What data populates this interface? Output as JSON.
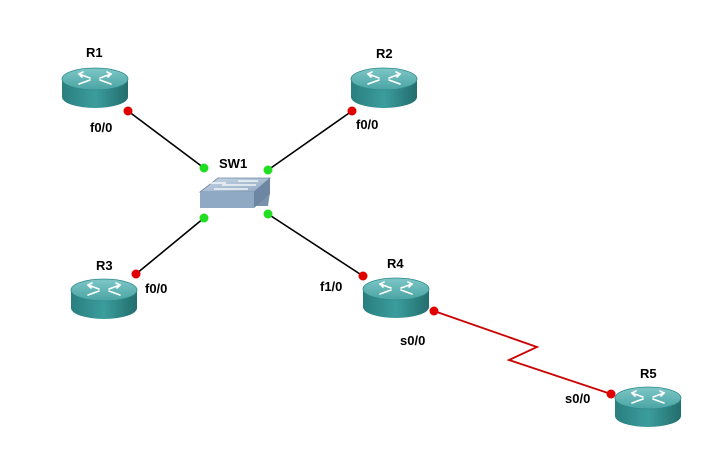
{
  "topology": {
    "devices": [
      {
        "id": "r1",
        "name": "R1",
        "type": "router"
      },
      {
        "id": "r2",
        "name": "R2",
        "type": "router"
      },
      {
        "id": "r3",
        "name": "R3",
        "type": "router"
      },
      {
        "id": "r4",
        "name": "R4",
        "type": "router"
      },
      {
        "id": "r5",
        "name": "R5",
        "type": "router"
      },
      {
        "id": "sw1",
        "name": "SW1",
        "type": "switch"
      }
    ],
    "links": [
      {
        "id": "r1-sw1",
        "from": "r1",
        "to": "sw1",
        "medium": "ethernet",
        "from_if": "f0/0",
        "to_if": ""
      },
      {
        "id": "r2-sw1",
        "from": "r2",
        "to": "sw1",
        "medium": "ethernet",
        "from_if": "f0/0",
        "to_if": ""
      },
      {
        "id": "r3-sw1",
        "from": "r3",
        "to": "sw1",
        "medium": "ethernet",
        "from_if": "f0/0",
        "to_if": ""
      },
      {
        "id": "r4-sw1",
        "from": "r4",
        "to": "sw1",
        "medium": "ethernet",
        "from_if": "f1/0",
        "to_if": ""
      },
      {
        "id": "r4-r5",
        "from": "r4",
        "to": "r5",
        "medium": "serial",
        "from_if": "s0/0",
        "to_if": "s0/0"
      }
    ]
  },
  "colors": {
    "router_fill": "#2f8f8f",
    "router_top": "#5bb3b3",
    "switch_fill": "#8fa9c4",
    "ethernet_link": "#000000",
    "serial_link": "#cc0000",
    "port_down": "#e00000",
    "port_up": "#22dd22"
  }
}
